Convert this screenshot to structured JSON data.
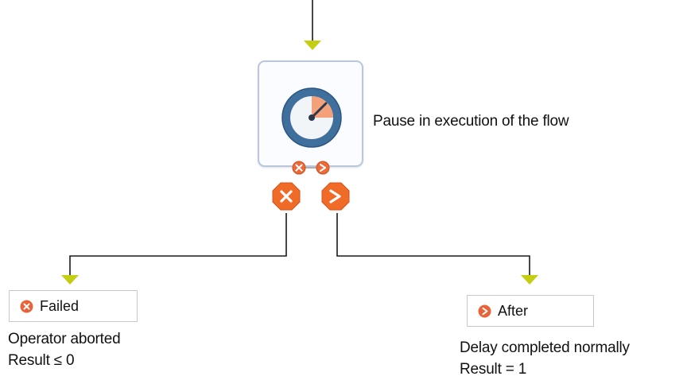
{
  "node": {
    "description": "Pause in execution of the flow",
    "icon": "stopwatch-icon",
    "outlets": [
      "fail-outlet-icon",
      "next-outlet-icon"
    ]
  },
  "results": [
    {
      "label": "Failed",
      "icon": "fail-circle-icon",
      "notes": [
        "Operator aborted",
        "Result ≤ 0"
      ]
    },
    {
      "label": "After",
      "icon": "next-circle-icon",
      "notes": [
        "Delay completed normally",
        "Result = 1"
      ]
    }
  ],
  "colors": {
    "line": "#1a1a1a",
    "arrow": "#c4ce12",
    "outlet": "#f06a28",
    "node_border": "#b9c6dc",
    "clock_blue": "#3f6f9c"
  }
}
